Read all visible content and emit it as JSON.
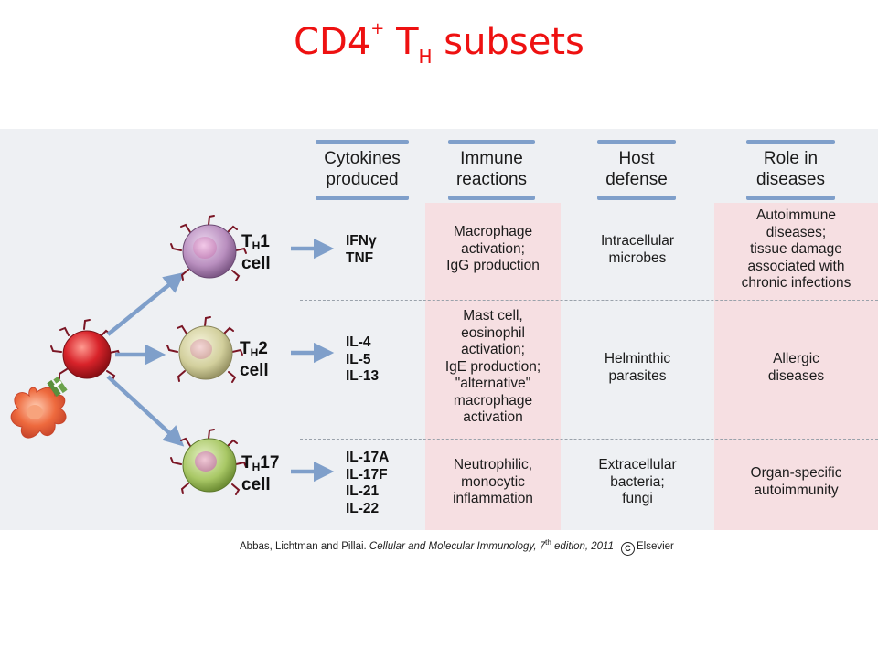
{
  "title": {
    "main": "CD4",
    "sup": "+",
    "t": " T",
    "sub": "H",
    "rest": " subsets"
  },
  "headers": {
    "cytokines": "Cytokines\nproduced",
    "immune": "Immune\nreactions",
    "host": "Host\ndefense",
    "role": "Role in\ndiseases"
  },
  "rows": [
    {
      "label": {
        "t": "T",
        "sub": "H",
        "num": "1",
        "cell": "cell"
      },
      "cytokines": [
        "IFNγ",
        "TNF"
      ],
      "immune": "Macrophage\nactivation;\nIgG production",
      "host": "Intracellular\nmicrobes",
      "role": "Autoimmune\ndiseases;\ntissue damage\nassociated with\nchronic infections",
      "color": "#b98fbf"
    },
    {
      "label": {
        "t": "T",
        "sub": "H",
        "num": "2",
        "cell": "cell"
      },
      "cytokines": [
        "IL-4",
        "IL-5",
        "IL-13"
      ],
      "immune": "Mast cell,\neosinophil\nactivation;\nIgE production;\n\"alternative\"\nmacrophage\nactivation",
      "host": "Helminthic\nparasites",
      "role": "Allergic\ndiseases",
      "color": "#d2cf9c"
    },
    {
      "label": {
        "t": "T",
        "sub": "H",
        "num": "17",
        "cell": "cell"
      },
      "cytokines": [
        "IL-17A",
        "IL-17F",
        "IL-21",
        "IL-22"
      ],
      "immune": "Neutrophilic,\nmonocytic\ninflammation",
      "host": "Extracellular\nbacteria;\nfungi",
      "role": "Organ-specific\nautoimmunity",
      "color": "#a9c866"
    }
  ],
  "colors": {
    "naive_cell": "#d8232a",
    "apc": "#ee6a3e",
    "arrow": "#7f9fca",
    "title": "#ee1111",
    "highlight": "#f6dfe2"
  },
  "citation": {
    "authors": "Abbas, Lichtman and Pillai. ",
    "book": "Cellular and Molecular Immunology, 7",
    "sup": "th",
    "edition": " edition, 2011",
    "copyright_symbol": "C",
    "publisher": "Elsevier"
  }
}
